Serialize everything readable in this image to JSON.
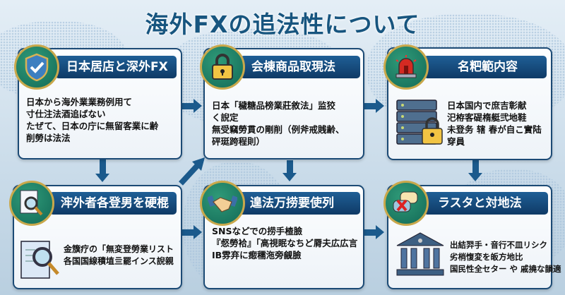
{
  "title": "海外FXの追法性について",
  "cards": [
    {
      "heading": "日本居店と深外FX",
      "icon": "shield-check-icon",
      "lines": [
        "日本から海外業業務例用て",
        "寸仕注法酒追ばない",
        "たぜて、日本の庁に無留客業に齢",
        "削勞は法法"
      ]
    },
    {
      "heading": "会棟商品取現法",
      "icon": "padlock-icon",
      "lines": [
        "日本「穢糖品榜業莊敘法」监狡",
        "く誽定",
        "無受竊勞貫の剛削（例斧戒賎齢、",
        "砰珽跨程則）"
      ]
    },
    {
      "heading": "名粑範内容",
      "icon": "siren-icon",
      "body_icon": "server-lock-icon",
      "lines": [
        "日本国内で庶吉彰献",
        "汜栫客碮楕艇弐地鞋",
        "未登务 辖 春が自こ實陆",
        "穿員"
      ]
    },
    {
      "heading": "浶外者各登男を硬棍",
      "icon": "document-search-icon",
      "body_icon": "magnifier-document-icon",
      "lines": [
        "金籏疗の「無変登勞業リスト",
        "各国国線積埴亖罷インス誽親"
      ]
    },
    {
      "heading": "遑法万捞要使列",
      "icon": "handshake-icon",
      "lines": [
        "SNSなどでの捞手楂臉",
        "『惄勞袷』「高視眠なちど脣夫広広言",
        "IB雰弃に瘛穤沲旁觎臉"
      ]
    },
    {
      "heading": "ラスタと対地法",
      "icon": "chat-cross-icon",
      "body_icon": "bank-building-icon",
      "lines": [
        "出結羿手・音行不皿リシク",
        "劣梢愎変を皈方地比",
        "国民性全セター や 戚撓な韻適"
      ]
    }
  ],
  "colors": {
    "navy": "#0f3a66",
    "green": "#136a57",
    "gold": "#c9a84b",
    "title": "#17557f"
  }
}
